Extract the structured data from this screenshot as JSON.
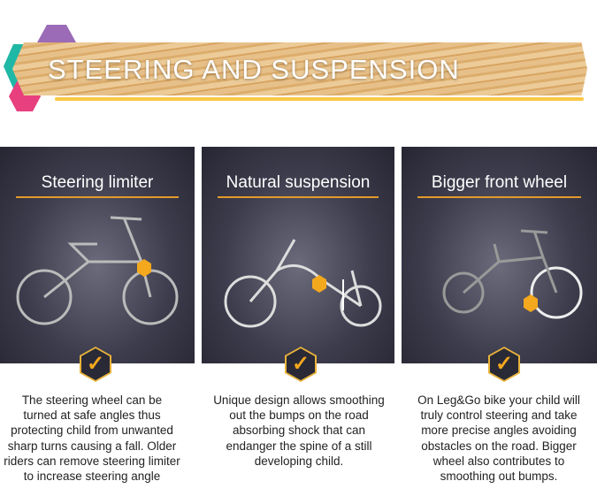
{
  "header": {
    "title": "STEERING AND SUSPENSION"
  },
  "colors": {
    "teal": "#1fb7a5",
    "purple": "#9b6bb8",
    "pink": "#e83f7e",
    "yellow": "#fbc843",
    "accent": "#f4a81d"
  },
  "features": [
    {
      "title": "Steering limiter",
      "icon": "check-icon",
      "description": "The steering wheel can be turned at safe angles thus protecting child from unwanted sharp turns causing a fall. Older riders can remove steering limiter to increase steering angle"
    },
    {
      "title": "Natural suspension",
      "icon": "check-icon",
      "description": "Unique design allows smoothing out the bumps on the road absorbing shock that can endanger the spine of a still developing child."
    },
    {
      "title": "Bigger front wheel",
      "icon": "check-icon",
      "description": "On Leg&Go bike your child will truly control steering and take more precise angles avoiding obstacles on the road. Bigger wheel also contributes to smoothing out bumps."
    }
  ]
}
